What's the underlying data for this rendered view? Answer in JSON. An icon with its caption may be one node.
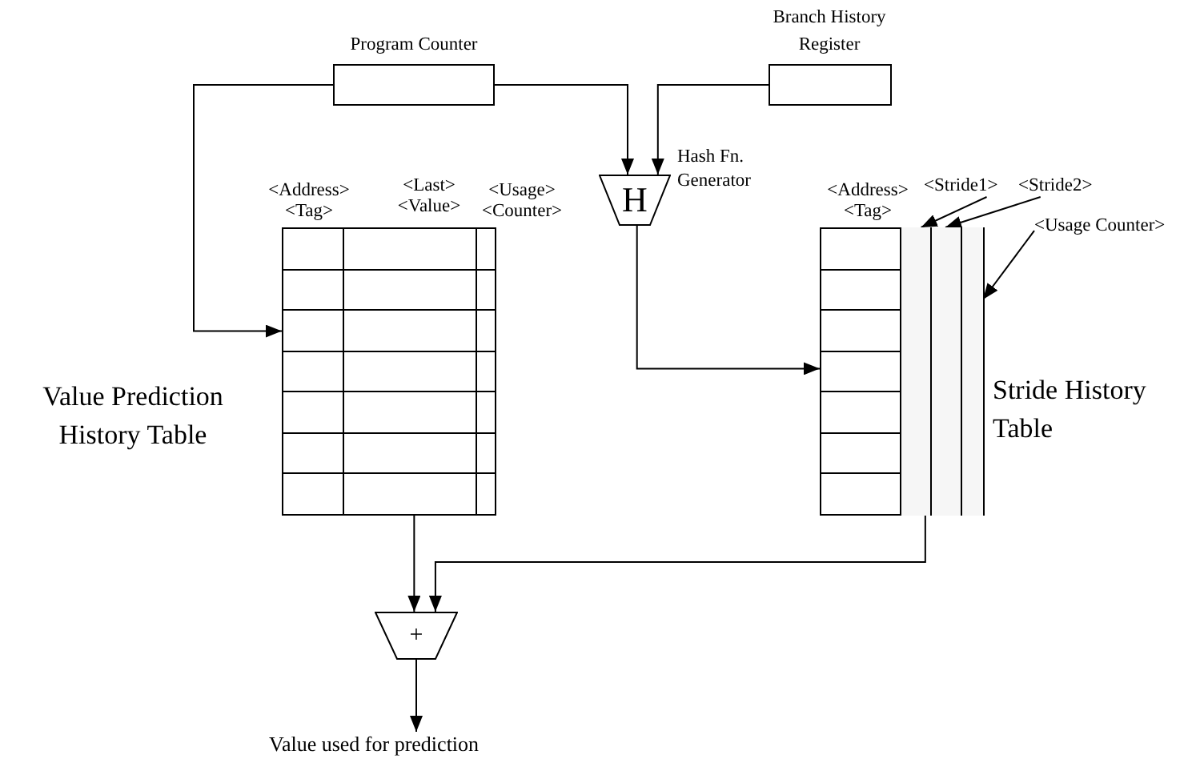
{
  "diagram": {
    "nodes": [
      {
        "text": [
          "Program Counter"
        ]
      },
      {
        "text": [
          "Branch History Register"
        ]
      },
      {
        "text": [
          "H"
        ],
        "beside": [
          "Hash Fn. Generator"
        ]
      },
      {
        "text": [
          "<Address> <Tag>",
          "<Last> <Value>",
          "<Usage> <Counter>"
        ],
        "beside": [
          "Value Prediction History Table"
        ]
      },
      {
        "text": [
          "<Address> <Tag>"
        ],
        "beside": [
          "Stride History Table"
        ]
      },
      {
        "text": [
          "<Stride1>"
        ]
      },
      {
        "text": [
          "<Stride2>"
        ]
      },
      {
        "text": [
          "<Usage Counter>"
        ]
      },
      {
        "text": [
          "+"
        ]
      },
      {
        "text": [
          "Value used for prediction"
        ]
      },
      {
        "text": [],
        "shape": "box",
        "in": 4
      },
      {
        "text": [],
        "shape": "box",
        "in": 4
      },
      {
        "text": [],
        "shape": "box",
        "in": 4
      }
    ],
    "edges": [
      {
        "from": 0,
        "to": 3,
        "arrow": "to"
      },
      {
        "from": 0,
        "to": 2,
        "arrow": "to"
      },
      {
        "from": 1,
        "to": 2,
        "arrow": "to"
      },
      {
        "from": 2,
        "to": 4,
        "arrow": "to"
      },
      {
        "from": 3,
        "to": 8,
        "arrow": "to"
      },
      {
        "from": 4,
        "to": 8,
        "arrow": "to"
      },
      {
        "from": 8,
        "to": 9,
        "arrow": "to"
      },
      {
        "from": 5,
        "to": 10,
        "arrow": "to"
      },
      {
        "from": 6,
        "to": 11,
        "arrow": "to"
      },
      {
        "from": 7,
        "to": 12,
        "arrow": "to"
      }
    ]
  }
}
